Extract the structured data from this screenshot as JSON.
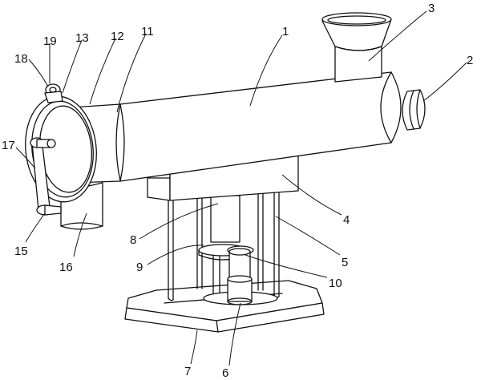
{
  "labels": {
    "l1": "1",
    "l2": "2",
    "l3": "3",
    "l4": "4",
    "l5": "5",
    "l6": "6",
    "l7": "7",
    "l8": "8",
    "l9": "9",
    "l10": "10",
    "l11": "11",
    "l12": "12",
    "l13": "13",
    "l15": "15",
    "l16": "16",
    "l17": "17",
    "l18": "18",
    "l19": "19"
  }
}
